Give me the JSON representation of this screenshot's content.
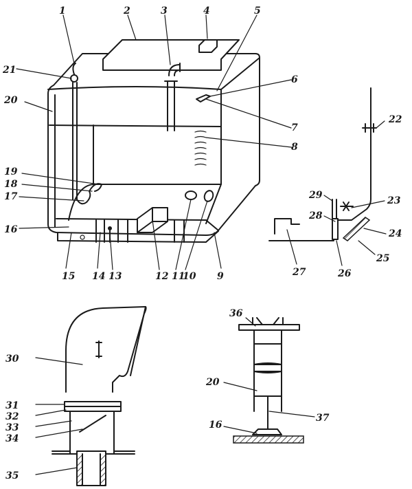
{
  "labels": {
    "n1": "1",
    "n2": "2",
    "n3": "3",
    "n4": "4",
    "n5": "5",
    "n6": "6",
    "n7": "7",
    "n8": "8",
    "n9": "9",
    "n10": "10",
    "n11": "11",
    "n12": "12",
    "n13": "13",
    "n14": "14",
    "n15": "15",
    "n16": "16",
    "n17": "17",
    "n18": "18",
    "n19": "19",
    "n20": "20",
    "n21": "21",
    "n22": "22",
    "n23": "23",
    "n24": "24",
    "n25": "25",
    "n26": "26",
    "n27": "27",
    "n28": "28",
    "n29": "29",
    "n30": "30",
    "n31": "31",
    "n32": "32",
    "n33": "33",
    "n34": "34",
    "n35": "35",
    "n36": "36",
    "n20b": "20",
    "n16b": "16",
    "n37": "37"
  },
  "colors": {
    "ink": "#1a1a1a",
    "paper": "#ffffff"
  }
}
